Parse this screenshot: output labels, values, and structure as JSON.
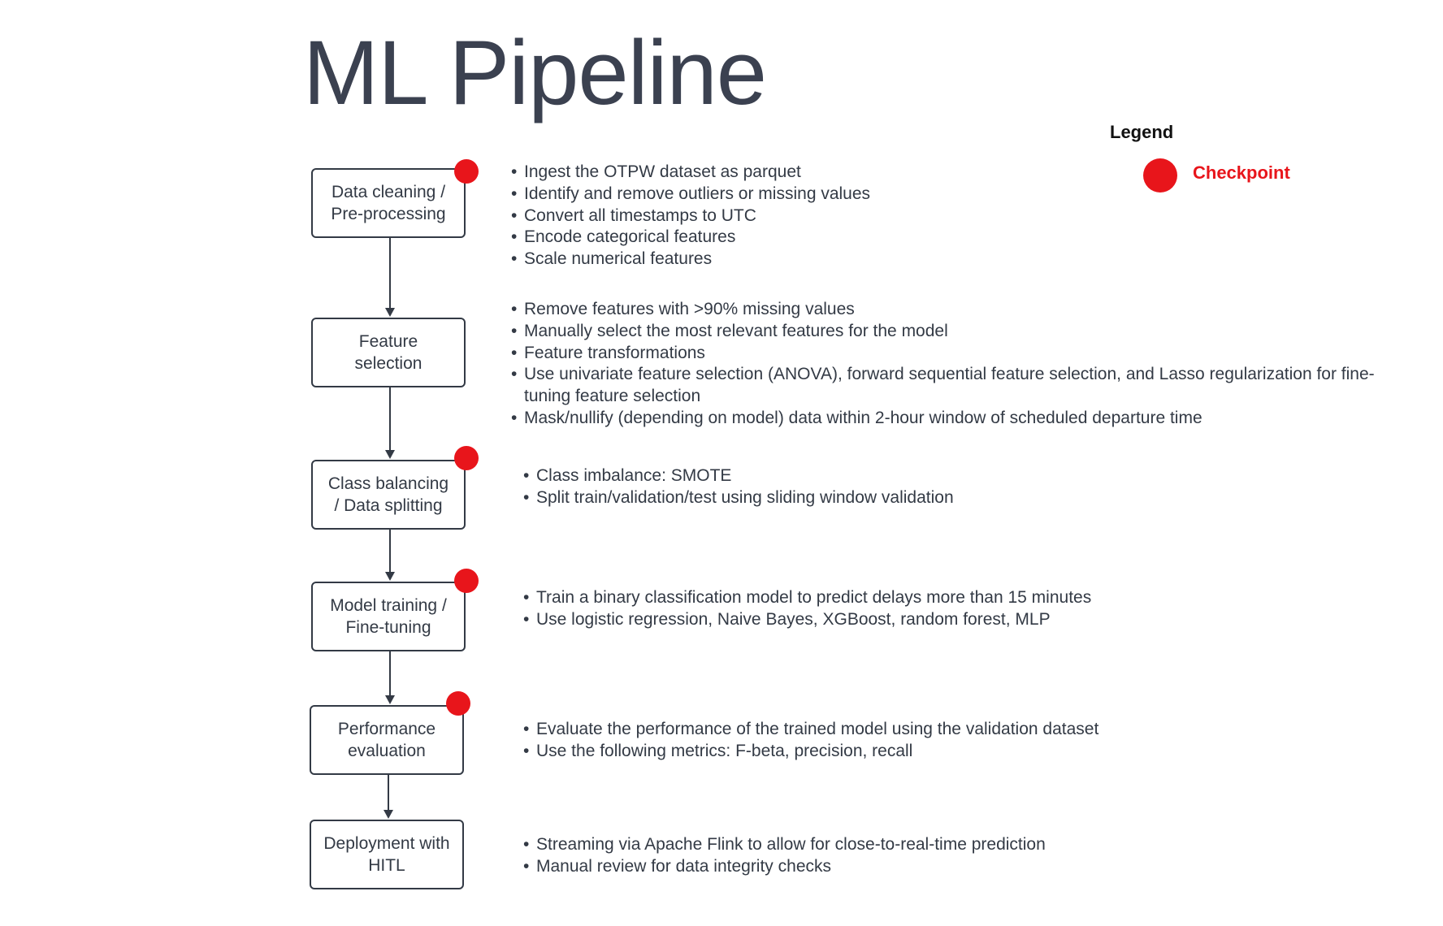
{
  "title": "ML Pipeline",
  "legend": {
    "title": "Legend",
    "label": "Checkpoint",
    "color": "#e8151b"
  },
  "colors": {
    "checkpoint": "#e8151b",
    "text": "#333a45",
    "box_border": "#333a45"
  },
  "steps": [
    {
      "label": "Data cleaning /\nPre-processing",
      "checkpoint": true,
      "bullets": [
        "Ingest the OTPW dataset as parquet",
        "Identify and remove outliers or missing values",
        "Convert all timestamps to UTC",
        "Encode categorical features",
        "Scale numerical features"
      ]
    },
    {
      "label": "Feature\nselection",
      "checkpoint": false,
      "bullets": [
        "Remove features with >90% missing values",
        "Manually select the most relevant features for the model",
        "Feature transformations",
        "Use univariate feature selection (ANOVA), forward sequential feature selection, and Lasso regularization for fine-tuning feature selection",
        "Mask/nullify (depending on model) data within 2-hour window of scheduled departure time"
      ]
    },
    {
      "label": "Class balancing\n/ Data splitting",
      "checkpoint": true,
      "bullets": [
        "Class imbalance: SMOTE",
        "Split train/validation/test using sliding window validation"
      ]
    },
    {
      "label": "Model training /\nFine-tuning",
      "checkpoint": true,
      "bullets": [
        "Train a binary classification model to predict delays more than 15 minutes",
        "Use logistic regression, Naive Bayes, XGBoost, random forest, MLP"
      ]
    },
    {
      "label": "Performance\nevaluation",
      "checkpoint": true,
      "bullets": [
        "Evaluate the performance of the trained model using the validation dataset",
        "Use the following metrics: F-beta, precision, recall"
      ]
    },
    {
      "label": "Deployment with\nHITL",
      "checkpoint": false,
      "bullets": [
        "Streaming via Apache Flink to allow for close-to-real-time prediction",
        "Manual review for data integrity checks"
      ]
    }
  ]
}
